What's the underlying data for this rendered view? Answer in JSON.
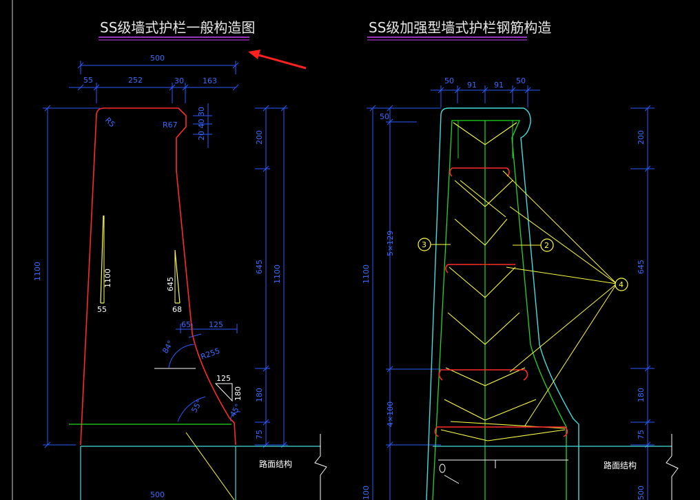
{
  "titles": {
    "left": "SS级墙式护栏一般构造图",
    "right": "SS级加强型墙式护栏钢筋构造"
  },
  "left_dims": {
    "top_total": "500",
    "top_seg1": "55",
    "top_seg2": "252",
    "top_seg3": "30",
    "top_seg4": "163",
    "left_height": "1100",
    "right_h1": "200",
    "right_h2": "645",
    "right_h3": "180",
    "right_h4": "75",
    "right_total": "1100",
    "notch_stack": "20 40 30",
    "radius_top": "R5",
    "notch_radius": "R67",
    "mid_65": "65",
    "mid_125": "125",
    "radius_mid": "R255",
    "angle_84": "84°",
    "angle_55": "55°",
    "angle_45": "45°",
    "slope_125": "125",
    "slope_180": "180",
    "slope1_v": "1100",
    "slope1_h": "55",
    "slope2_v": "645",
    "slope2_h": "68",
    "pavement": "路面结构",
    "bottom_partial": "500"
  },
  "right_dims": {
    "top_a": "50",
    "top_b": "91",
    "top_c": "91",
    "top_d": "50",
    "left_50": "50",
    "left_5x129": "5×129",
    "left_1100": "1100",
    "left_4x100": "4×100",
    "left_bottom": "100",
    "right_200": "200",
    "right_645": "645",
    "right_180": "180",
    "right_75": "75",
    "right_bottom": "500",
    "pavement": "路面结构"
  },
  "callouts": {
    "c2": "2",
    "c3": "3",
    "c4": "4"
  },
  "colors": {
    "dimension": "#2d5bff",
    "profile_red": "#ff2a2a",
    "green": "#22d822",
    "cyan": "#40e0e0",
    "yellow": "#ffff40",
    "magenta": "#d040ff",
    "arrow": "#ff2020"
  }
}
